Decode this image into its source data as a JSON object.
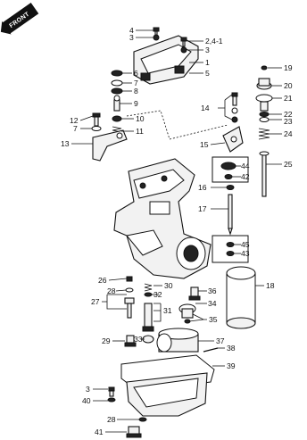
{
  "badge": {
    "text": "FRONT"
  },
  "callouts": [
    {
      "id": "c-4-3",
      "text": "4"
    },
    {
      "id": "c-3-a",
      "text": "3"
    },
    {
      "id": "c-2-4-1",
      "text": "2,4-1"
    },
    {
      "id": "c-3-b",
      "text": "3"
    },
    {
      "id": "c-1",
      "text": "1"
    },
    {
      "id": "c-5",
      "text": "5"
    },
    {
      "id": "c-6",
      "text": "6"
    },
    {
      "id": "c-7-a",
      "text": "7"
    },
    {
      "id": "c-8",
      "text": "8"
    },
    {
      "id": "c-9",
      "text": "9"
    },
    {
      "id": "c-10",
      "text": "10"
    },
    {
      "id": "c-11",
      "text": "11"
    },
    {
      "id": "c-12",
      "text": "12"
    },
    {
      "id": "c-7-b",
      "text": "7"
    },
    {
      "id": "c-13",
      "text": "13"
    },
    {
      "id": "c-14",
      "text": "14"
    },
    {
      "id": "c-15",
      "text": "15"
    },
    {
      "id": "c-16",
      "text": "16"
    },
    {
      "id": "c-17",
      "text": "17"
    },
    {
      "id": "c-18",
      "text": "18"
    },
    {
      "id": "c-19",
      "text": "19"
    },
    {
      "id": "c-20",
      "text": "20"
    },
    {
      "id": "c-21",
      "text": "21"
    },
    {
      "id": "c-22",
      "text": "22"
    },
    {
      "id": "c-23",
      "text": "23"
    },
    {
      "id": "c-24",
      "text": "24"
    },
    {
      "id": "c-25",
      "text": "25"
    },
    {
      "id": "c-44",
      "text": "44"
    },
    {
      "id": "c-42",
      "text": "42"
    },
    {
      "id": "c-45",
      "text": "45"
    },
    {
      "id": "c-43",
      "text": "43"
    },
    {
      "id": "c-26",
      "text": "26"
    },
    {
      "id": "c-28-a",
      "text": "28"
    },
    {
      "id": "c-27",
      "text": "27"
    },
    {
      "id": "c-30",
      "text": "30"
    },
    {
      "id": "c-32",
      "text": "32"
    },
    {
      "id": "c-31",
      "text": "31"
    },
    {
      "id": "c-36",
      "text": "36"
    },
    {
      "id": "c-34",
      "text": "34"
    },
    {
      "id": "c-35",
      "text": "35"
    },
    {
      "id": "c-29",
      "text": "29"
    },
    {
      "id": "c-33",
      "text": "33"
    },
    {
      "id": "c-37",
      "text": "37"
    },
    {
      "id": "c-38",
      "text": "38"
    },
    {
      "id": "c-39",
      "text": "39"
    },
    {
      "id": "c-3-c",
      "text": "3"
    },
    {
      "id": "c-40",
      "text": "40"
    },
    {
      "id": "c-28-b",
      "text": "28"
    },
    {
      "id": "c-41",
      "text": "41"
    }
  ]
}
